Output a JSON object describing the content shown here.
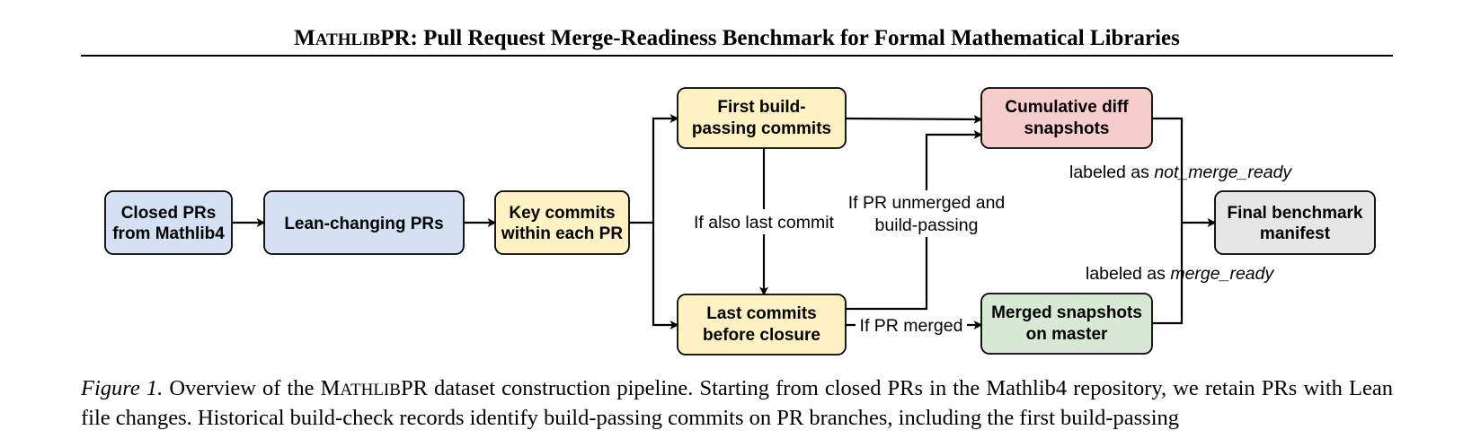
{
  "header": {
    "title_first_letter": "M",
    "title_smallcaps": "athlib",
    "title_rest": "PR: Pull Request Merge-Readiness Benchmark for Formal Mathematical Libraries"
  },
  "diagram": {
    "colors": {
      "blue": "#d4e1f4",
      "yellow": "#fff2c2",
      "red": "#f7cccc",
      "green": "#d7e9d4",
      "gray": "#e6e6e6",
      "stroke": "#000000"
    },
    "nodes": {
      "closed_prs": {
        "line1": "Closed PRs",
        "line2": "from Mathlib4"
      },
      "lean_changing": {
        "line1": "Lean-changing PRs"
      },
      "key_commits": {
        "line1": "Key commits",
        "line2": "within each PR"
      },
      "first_build": {
        "line1": "First build-",
        "line2": "passing commits"
      },
      "last_commits": {
        "line1": "Last commits",
        "line2": "before closure"
      },
      "cumulative_diff": {
        "line1": "Cumulative diff",
        "line2": "snapshots"
      },
      "merged_snapshots": {
        "line1": "Merged snapshots",
        "line2": "on master"
      },
      "final_manifest": {
        "line1": "Final benchmark",
        "line2": "manifest"
      }
    },
    "edge_labels": {
      "if_also_last": "If also last commit",
      "if_unmerged_1": "If PR unmerged and",
      "if_unmerged_2": "build-passing",
      "if_merged": "If PR merged",
      "labeled_not_prefix": "labeled as ",
      "labeled_not_term": "not_merge_ready",
      "labeled_merge_prefix": "labeled as ",
      "labeled_merge_term": "merge_ready"
    }
  },
  "caption": {
    "label": "Figure 1.",
    "text_a": " Overview of the ",
    "name_first": "M",
    "name_small": "athlib",
    "name_rest": "PR",
    "text_b": " dataset construction pipeline. Starting from closed PRs in the Mathlib4 repository, we retain PRs with Lean file changes. Historical build-check records identify build-passing commits on PR branches, including the first build-passing"
  }
}
